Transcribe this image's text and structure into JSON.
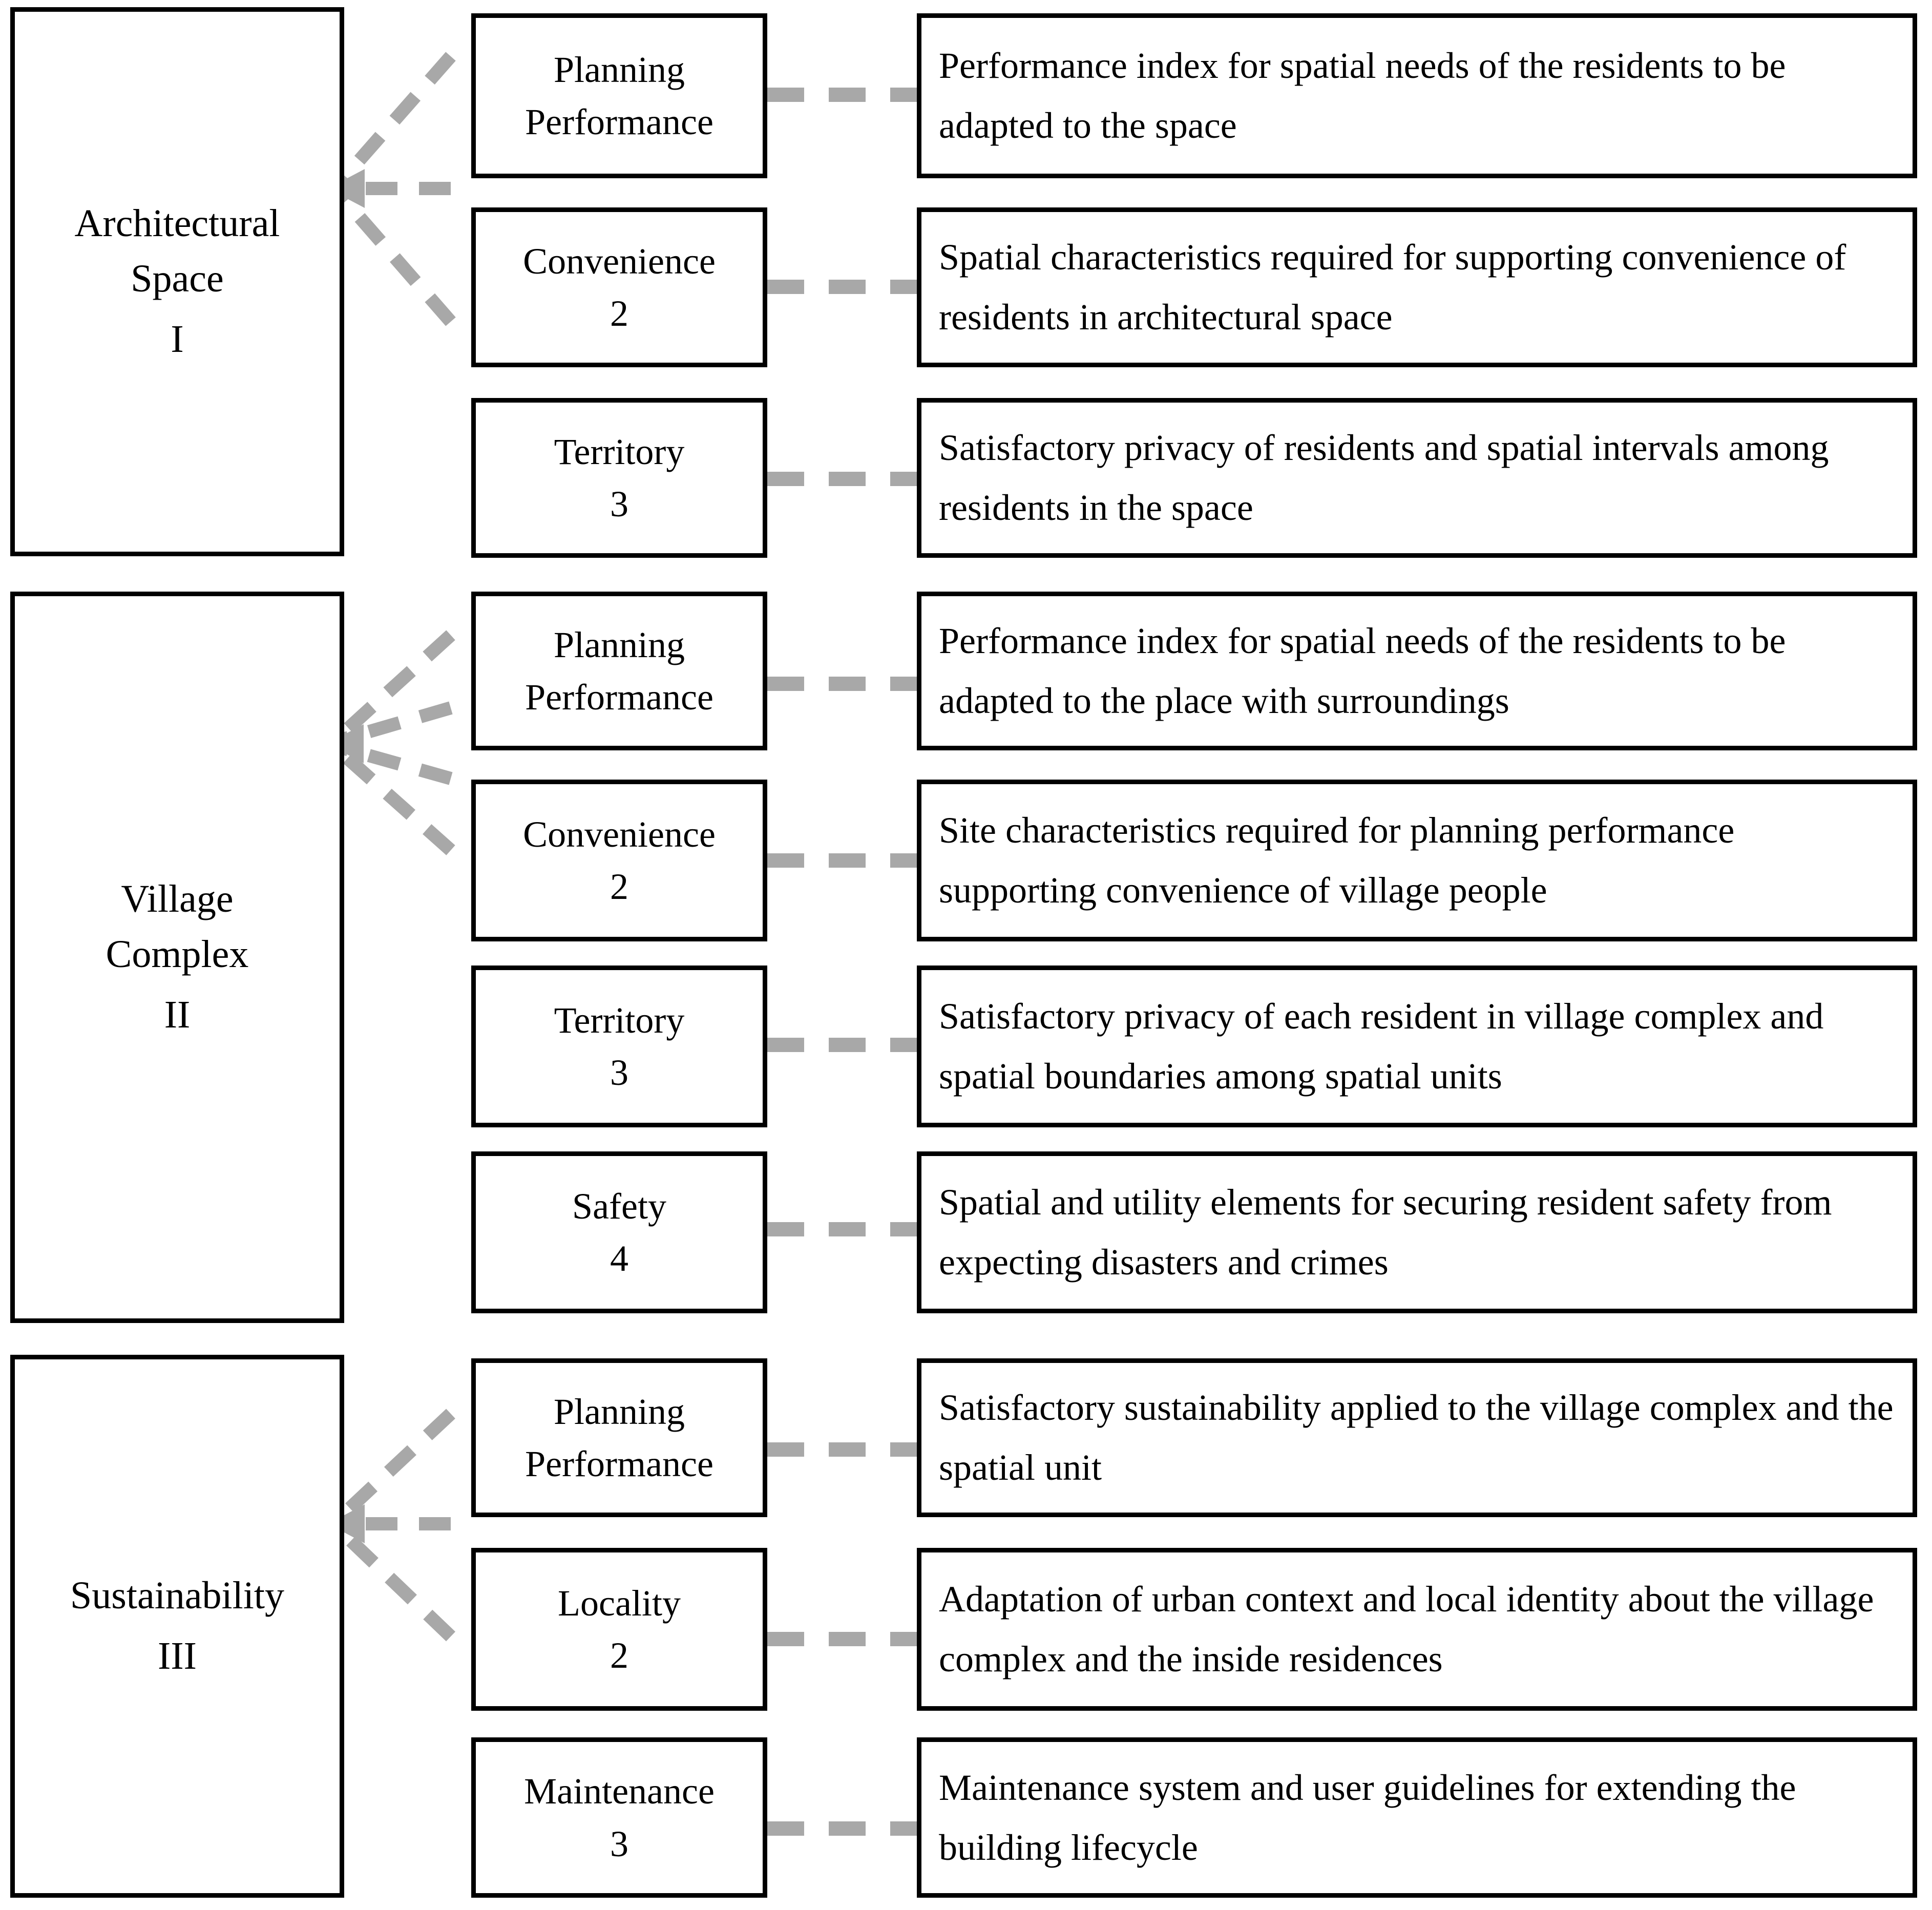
{
  "diagram": {
    "type": "hierarchy",
    "accent_color": "#a8a8a8",
    "line_color": "#000000",
    "background": "#ffffff",
    "connector_style": "dashed-arrow",
    "categories": [
      {
        "title": "Architectural\nSpace",
        "numeral": "I",
        "criteria": [
          {
            "name": "Planning\nPerformance",
            "number": "",
            "description": "Performance index for spatial needs of the residents to be adapted to the space"
          },
          {
            "name": "Convenience",
            "number": "2",
            "description": "Spatial characteristics required for supporting convenience of residents in architectural space"
          },
          {
            "name": "Territory",
            "number": "3",
            "description": "Satisfactory privacy of residents and spatial intervals among residents in the space"
          }
        ]
      },
      {
        "title": "Village\nComplex",
        "numeral": "II",
        "criteria": [
          {
            "name": "Planning\nPerformance",
            "number": "",
            "description": "Performance index for spatial needs of the residents to be adapted to the place with surroundings"
          },
          {
            "name": "Convenience",
            "number": "2",
            "description": "Site characteristics required for planning performance supporting convenience of village people"
          },
          {
            "name": "Territory",
            "number": "3",
            "description": "Satisfactory privacy of each resident in village complex and spatial boundaries among spatial units"
          },
          {
            "name": "Safety",
            "number": "4",
            "description": "Spatial and utility elements for securing resident safety from expecting disasters and crimes"
          }
        ]
      },
      {
        "title": "Sustainability",
        "numeral": "III",
        "criteria": [
          {
            "name": "Planning\nPerformance",
            "number": "",
            "description": "Satisfactory sustainability applied to the village complex and the spatial unit"
          },
          {
            "name": "Locality",
            "number": "2",
            "description": "Adaptation of urban context and local identity about the village complex and the inside residences"
          },
          {
            "name": "Maintenance",
            "number": "3",
            "description": "Maintenance system and user guidelines for extending the building lifecycle"
          }
        ]
      }
    ]
  }
}
